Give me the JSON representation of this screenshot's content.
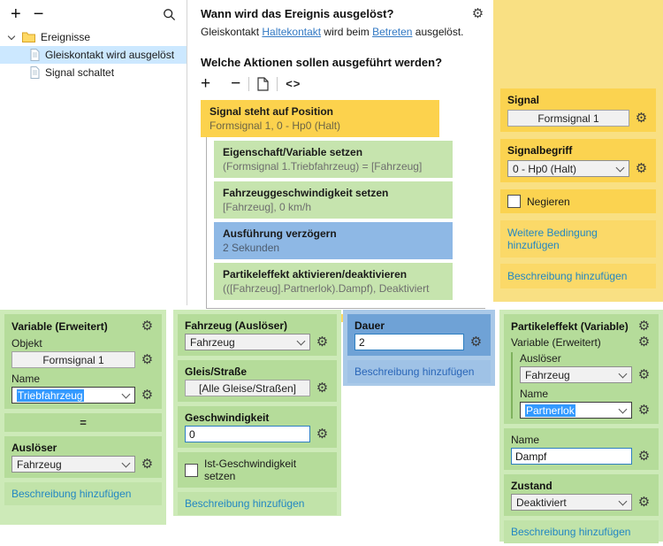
{
  "palette": {
    "action_yellow": "#fcd24d",
    "action_green": "#c6e4ae",
    "action_blue": "#8eb8e5",
    "panel_yellow_bg": "#f9e083",
    "panel_yellow_card": "#fbd350",
    "panel_green_bg": "#cdeab8",
    "panel_green_card": "#b5dc9a",
    "panel_blue_bg": "#a9c9e8",
    "panel_blue_card": "#6fa2d6",
    "link_teal": "#2387c2",
    "selection_blue": "#3399ff",
    "tree_selection": "#cce8ff"
  },
  "icons": {
    "gear": "⚙",
    "search": "magnifier",
    "copy": "document-copy",
    "folder": "folder",
    "document": "document"
  },
  "tree_panel": {
    "toolbar": {
      "add": "+",
      "remove": "−"
    },
    "root_label": "Ereignisse",
    "items": [
      {
        "label": "Gleiskontakt wird ausgelöst",
        "selected": true
      },
      {
        "label": "Signal schaltet",
        "selected": false
      }
    ]
  },
  "event_editor": {
    "trigger_heading": "Wann wird das Ereignis ausgelöst?",
    "sentence": {
      "part1": "Gleiskontakt ",
      "link1": "Haltekontakt",
      "part2": " wird beim ",
      "link2": "Betreten",
      "part3": " ausgelöst."
    },
    "actions_heading": "Welche Aktionen sollen ausgeführt werden?",
    "toolbar": {
      "add": "+",
      "remove": "−",
      "code": "<>"
    },
    "actions": [
      {
        "title": "Signal steht auf Position",
        "subtitle": "Formsignal 1, 0 - Hp0 (Halt)"
      },
      {
        "title": "Eigenschaft/Variable setzen",
        "subtitle": "(Formsignal 1.Triebfahrzeug) = [Fahrzeug]"
      },
      {
        "title": "Fahrzeuggeschwindigkeit setzen",
        "subtitle": "[Fahrzeug], 0 km/h"
      },
      {
        "title": "Ausführung verzögern",
        "subtitle": "2 Sekunden"
      },
      {
        "title": "Partikeleffekt aktivieren/deaktivieren",
        "subtitle": "(([Fahrzeug].Partnerlok).Dampf), Deaktiviert"
      }
    ]
  },
  "condition_panel": {
    "signal_label": "Signal",
    "signal_button": "Formsignal 1",
    "begriff_label": "Signalbegriff",
    "begriff_value": "0 - Hp0 (Halt)",
    "negate_label": "Negieren",
    "negate_checked": false,
    "add_condition_link": "Weitere Bedingung hinzufügen",
    "add_description_link": "Beschreibung hinzufügen"
  },
  "variable_panel": {
    "title": "Variable (Erweitert)",
    "objekt_label": "Objekt",
    "objekt_button": "Formsignal 1",
    "name_label": "Name",
    "name_value": "Triebfahrzeug",
    "equals": "=",
    "ausloeser_label": "Auslöser",
    "ausloeser_value": "Fahrzeug",
    "description_link": "Beschreibung hinzufügen"
  },
  "fahrzeug_panel": {
    "title": "Fahrzeug (Auslöser)",
    "fahrzeug_value": "Fahrzeug",
    "gleis_label": "Gleis/Straße",
    "gleis_button": "[Alle Gleise/Straßen]",
    "speed_label": "Geschwindigkeit",
    "speed_value": "0",
    "ist_checkbox_label": "Ist-Geschwindigkeit setzen",
    "ist_checkbox_checked": false,
    "description_link": "Beschreibung hinzufügen"
  },
  "dauer_panel": {
    "title": "Dauer",
    "value": "2",
    "description_link": "Beschreibung hinzufügen"
  },
  "partikel_panel": {
    "title": "Partikeleffekt (Variable)",
    "subtitle": "Variable (Erweitert)",
    "ausloeser_label": "Auslöser",
    "ausloeser_value": "Fahrzeug",
    "name_label": "Name",
    "name_value": "Partnerlok",
    "name2_label": "Name",
    "name2_value": "Dampf",
    "zustand_label": "Zustand",
    "zustand_value": "Deaktiviert",
    "description_link": "Beschreibung hinzufügen"
  }
}
